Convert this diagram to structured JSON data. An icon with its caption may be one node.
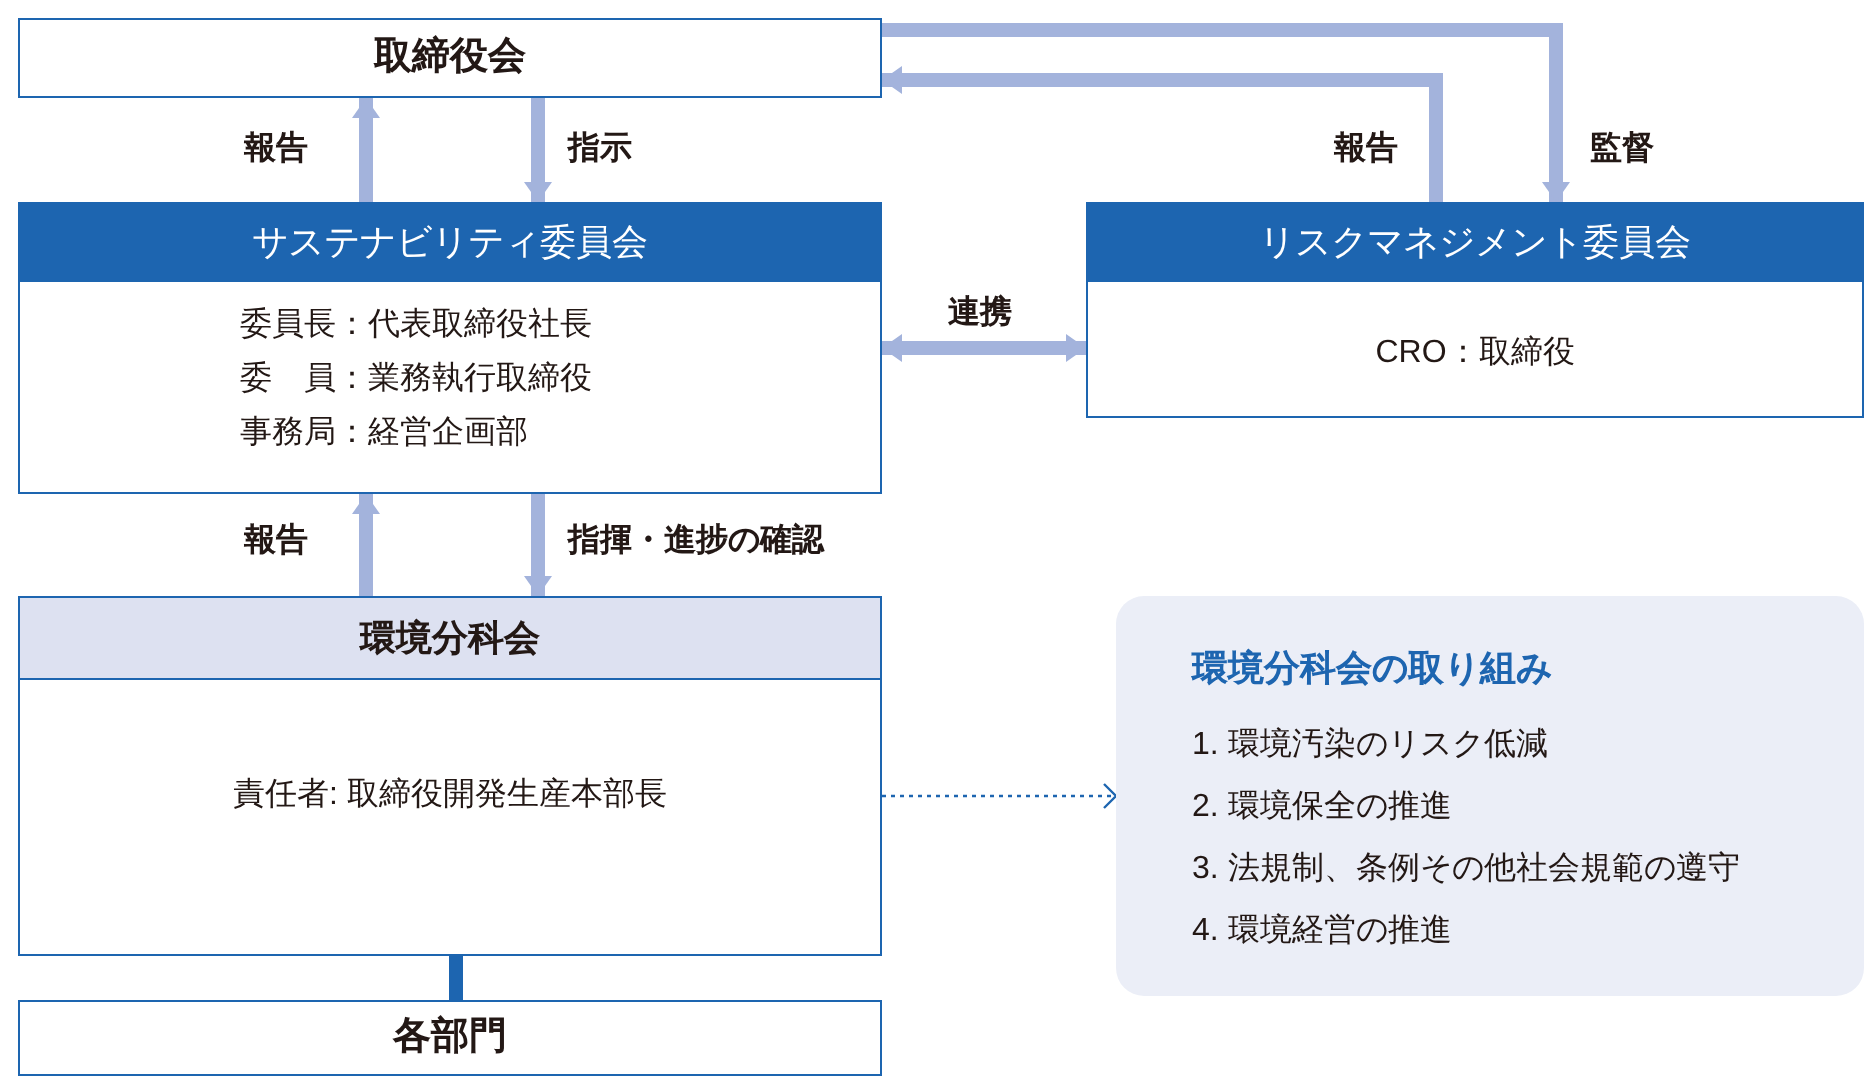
{
  "diagram": {
    "nodes": [
      {
        "text": [
          "取締役会"
        ]
      },
      {
        "text": [
          "サステナビリティ委員会",
          "委員長：代表取締役社長",
          "委　員：業務執行取締役",
          "事務局：経営企画部"
        ]
      },
      {
        "text": [
          "リスクマネジメント委員会",
          "CRO：取締役"
        ]
      },
      {
        "text": [
          "環境分科会",
          "責任者: 取締役開発生産本部長"
        ]
      },
      {
        "text": [
          "各部門"
        ]
      },
      {
        "text": [
          "環境分科会の取り組み",
          "1. 環境汚染のリスク低減",
          "2. 環境保全の推進",
          "3. 法規制、条例その他社会規範の遵守",
          "4. 環境経営の推進"
        ]
      }
    ],
    "edges": [
      {
        "from": 1,
        "to": 0,
        "arrow": "to",
        "label": "報告"
      },
      {
        "from": 0,
        "to": 1,
        "arrow": "to",
        "label": "指示"
      },
      {
        "from": 2,
        "to": 0,
        "arrow": "to",
        "label": "報告"
      },
      {
        "from": 0,
        "to": 2,
        "arrow": "to",
        "label": "監督"
      },
      {
        "from": 1,
        "to": 2,
        "arrow": "both",
        "label": "連携"
      },
      {
        "from": 3,
        "to": 1,
        "arrow": "to",
        "label": "報告"
      },
      {
        "from": 1,
        "to": 3,
        "arrow": "to",
        "label": "指揮・進捗の確認"
      },
      {
        "from": 3,
        "to": 4,
        "arrow": "none",
        "color": "#1d65b0"
      },
      {
        "from": 3,
        "to": 5,
        "arrow": "to",
        "style": "dashed",
        "color": "#1d65b0"
      }
    ]
  }
}
